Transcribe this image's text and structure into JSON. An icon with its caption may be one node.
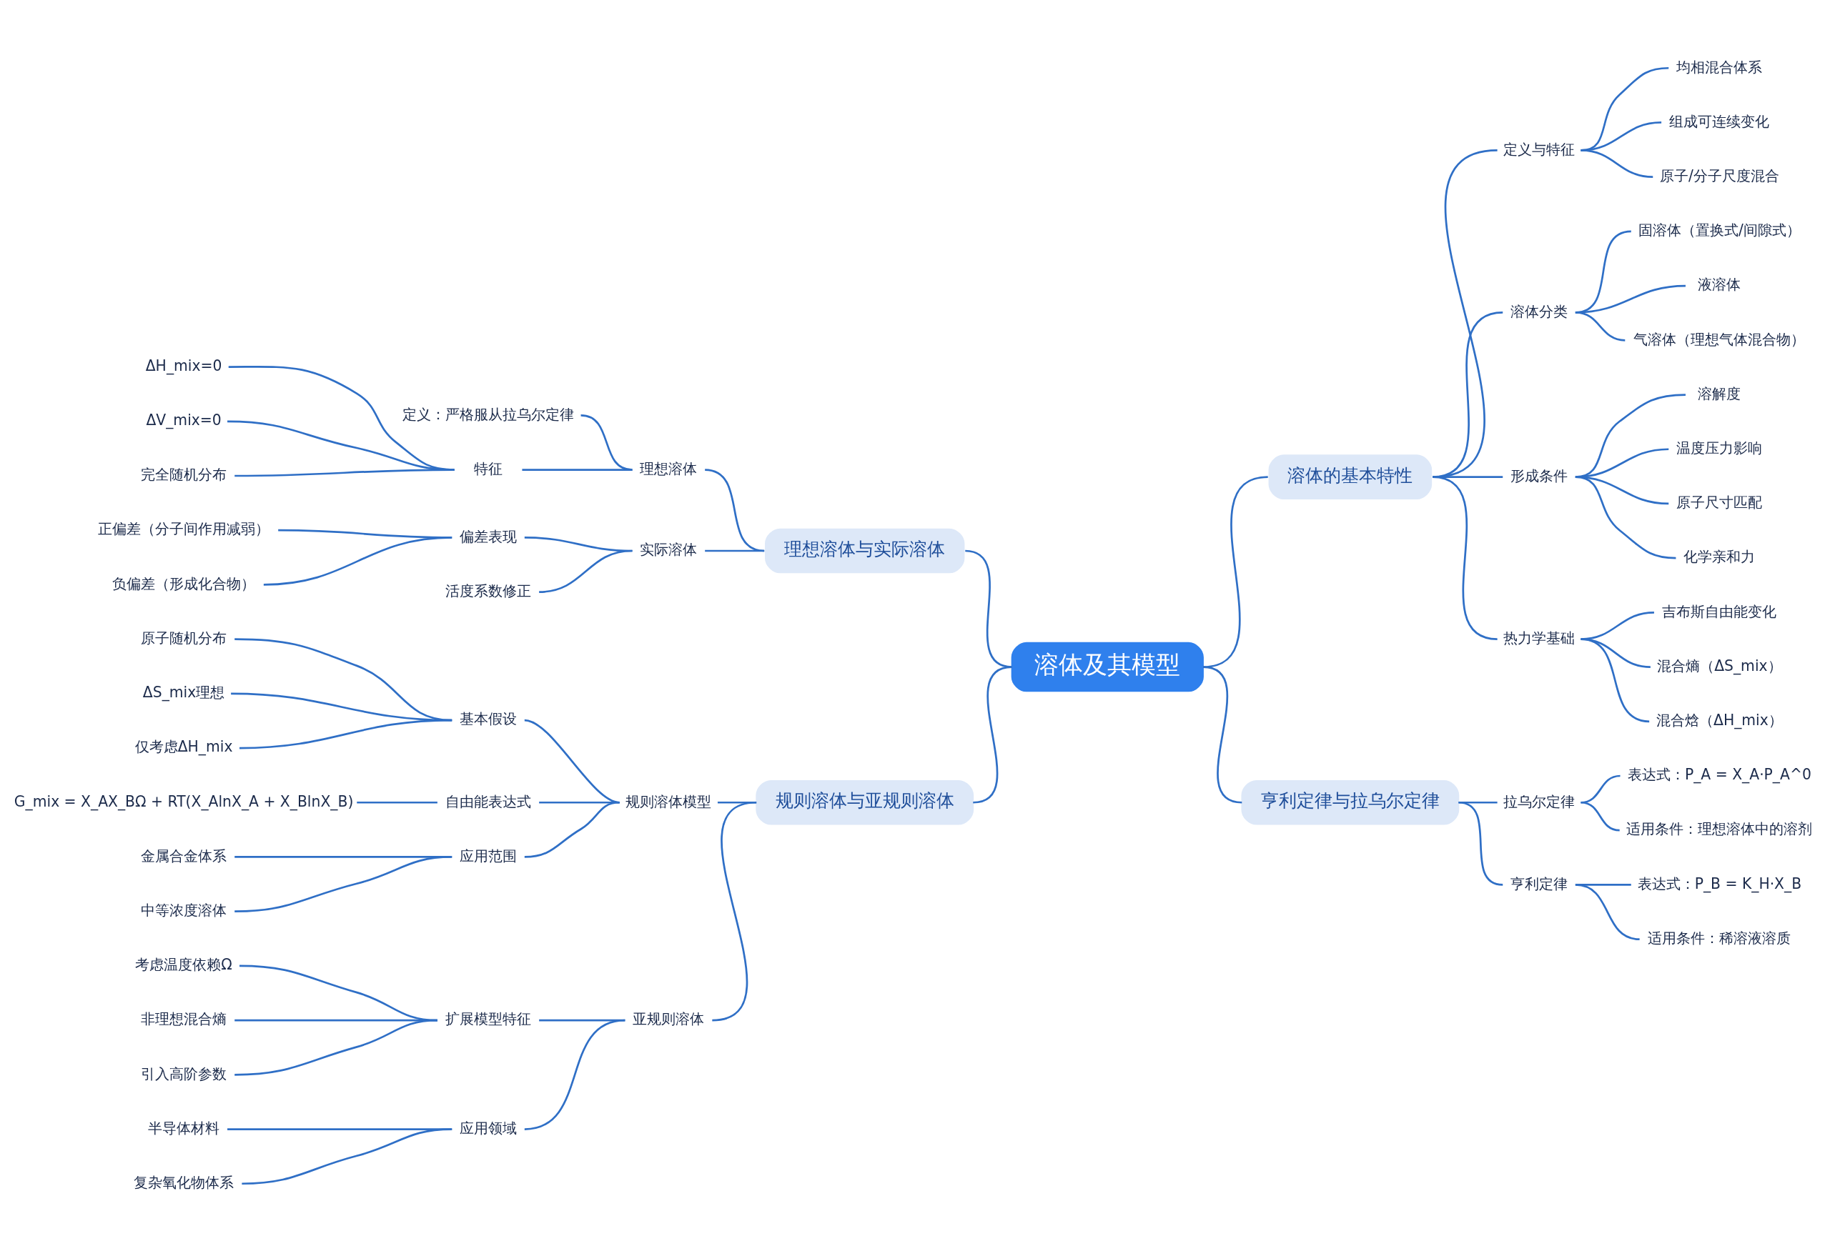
{
  "diagram": {
    "nodes": [
      {
        "text": [
          "溶体及其模型"
        ]
      },
      {
        "text": [
          "理想溶体与实际溶体"
        ]
      },
      {
        "text": [
          "理想溶体"
        ]
      },
      {
        "text": [
          "定义：严格服从拉乌尔定律"
        ]
      },
      {
        "text": [
          "特征"
        ]
      },
      {
        "text": [
          "ΔH_mix=0"
        ]
      },
      {
        "text": [
          "ΔV_mix=0"
        ]
      },
      {
        "text": [
          "完全随机分布"
        ]
      },
      {
        "text": [
          "实际溶体"
        ]
      },
      {
        "text": [
          "偏差表现"
        ]
      },
      {
        "text": [
          "正偏差（分子间作用减弱）"
        ]
      },
      {
        "text": [
          "负偏差（形成化合物）"
        ]
      },
      {
        "text": [
          "活度系数修正"
        ]
      },
      {
        "text": [
          "规则溶体与亚规则溶体"
        ]
      },
      {
        "text": [
          "规则溶体模型"
        ]
      },
      {
        "text": [
          "基本假设"
        ]
      },
      {
        "text": [
          "原子随机分布"
        ]
      },
      {
        "text": [
          "ΔS_mix理想"
        ]
      },
      {
        "text": [
          "仅考虑ΔH_mix"
        ]
      },
      {
        "text": [
          "自由能表达式"
        ]
      },
      {
        "text": [
          "G_mix = X_AX_BΩ + RT(X_AlnX_A + X_BlnX_B)"
        ]
      },
      {
        "text": [
          "应用范围"
        ]
      },
      {
        "text": [
          "金属合金体系"
        ]
      },
      {
        "text": [
          "中等浓度溶体"
        ]
      },
      {
        "text": [
          "亚规则溶体"
        ]
      },
      {
        "text": [
          "扩展模型特征"
        ]
      },
      {
        "text": [
          "考虑温度依赖Ω"
        ]
      },
      {
        "text": [
          "非理想混合熵"
        ]
      },
      {
        "text": [
          "引入高阶参数"
        ]
      },
      {
        "text": [
          "应用领域"
        ]
      },
      {
        "text": [
          "半导体材料"
        ]
      },
      {
        "text": [
          "复杂氧化物体系"
        ]
      },
      {
        "text": [
          "溶体的基本特性"
        ]
      },
      {
        "text": [
          "定义与特征"
        ]
      },
      {
        "text": [
          "均相混合体系"
        ]
      },
      {
        "text": [
          "组成可连续变化"
        ]
      },
      {
        "text": [
          "原子/分子尺度混合"
        ]
      },
      {
        "text": [
          "溶体分类"
        ]
      },
      {
        "text": [
          "固溶体（置换式/间隙式）"
        ]
      },
      {
        "text": [
          "液溶体"
        ]
      },
      {
        "text": [
          "气溶体（理想气体混合物）"
        ]
      },
      {
        "text": [
          "形成条件"
        ]
      },
      {
        "text": [
          "溶解度"
        ]
      },
      {
        "text": [
          "温度压力影响"
        ]
      },
      {
        "text": [
          "原子尺寸匹配"
        ]
      },
      {
        "text": [
          "化学亲和力"
        ]
      },
      {
        "text": [
          "热力学基础"
        ]
      },
      {
        "text": [
          "吉布斯自由能变化"
        ]
      },
      {
        "text": [
          "混合熵（ΔS_mix）"
        ]
      },
      {
        "text": [
          "混合焓（ΔH_mix）"
        ]
      },
      {
        "text": [
          "亨利定律与拉乌尔定律"
        ]
      },
      {
        "text": [
          "拉乌尔定律"
        ]
      },
      {
        "text": [
          "表达式：P_A = X_A·P_A^0"
        ]
      },
      {
        "text": [
          "适用条件：理想溶体中的溶剂"
        ]
      },
      {
        "text": [
          "亨利定律"
        ]
      },
      {
        "text": [
          "表达式：P_B = K_H·X_B"
        ]
      },
      {
        "text": [
          "适用条件：稀溶液溶质"
        ]
      }
    ],
    "edges": [
      {
        "from": 0,
        "to": 1,
        "arrow": "none"
      },
      {
        "from": 1,
        "to": 2,
        "arrow": "none"
      },
      {
        "from": 2,
        "to": 3,
        "arrow": "none"
      },
      {
        "from": 2,
        "to": 4,
        "arrow": "none"
      },
      {
        "from": 4,
        "to": 5,
        "arrow": "none"
      },
      {
        "from": 4,
        "to": 6,
        "arrow": "none"
      },
      {
        "from": 4,
        "to": 7,
        "arrow": "none"
      },
      {
        "from": 1,
        "to": 8,
        "arrow": "none"
      },
      {
        "from": 8,
        "to": 9,
        "arrow": "none"
      },
      {
        "from": 9,
        "to": 10,
        "arrow": "none"
      },
      {
        "from": 9,
        "to": 11,
        "arrow": "none"
      },
      {
        "from": 8,
        "to": 12,
        "arrow": "none"
      },
      {
        "from": 0,
        "to": 13,
        "arrow": "none"
      },
      {
        "from": 13,
        "to": 14,
        "arrow": "none"
      },
      {
        "from": 14,
        "to": 15,
        "arrow": "none"
      },
      {
        "from": 15,
        "to": 16,
        "arrow": "none"
      },
      {
        "from": 15,
        "to": 17,
        "arrow": "none"
      },
      {
        "from": 15,
        "to": 18,
        "arrow": "none"
      },
      {
        "from": 14,
        "to": 19,
        "arrow": "none"
      },
      {
        "from": 19,
        "to": 20,
        "arrow": "none"
      },
      {
        "from": 14,
        "to": 21,
        "arrow": "none"
      },
      {
        "from": 21,
        "to": 22,
        "arrow": "none"
      },
      {
        "from": 21,
        "to": 23,
        "arrow": "none"
      },
      {
        "from": 13,
        "to": 24,
        "arrow": "none"
      },
      {
        "from": 24,
        "to": 25,
        "arrow": "none"
      },
      {
        "from": 25,
        "to": 26,
        "arrow": "none"
      },
      {
        "from": 25,
        "to": 27,
        "arrow": "none"
      },
      {
        "from": 25,
        "to": 28,
        "arrow": "none"
      },
      {
        "from": 24,
        "to": 29,
        "arrow": "none"
      },
      {
        "from": 29,
        "to": 30,
        "arrow": "none"
      },
      {
        "from": 29,
        "to": 31,
        "arrow": "none"
      },
      {
        "from": 0,
        "to": 32,
        "arrow": "none"
      },
      {
        "from": 32,
        "to": 33,
        "arrow": "none"
      },
      {
        "from": 33,
        "to": 34,
        "arrow": "none"
      },
      {
        "from": 33,
        "to": 35,
        "arrow": "none"
      },
      {
        "from": 33,
        "to": 36,
        "arrow": "none"
      },
      {
        "from": 32,
        "to": 37,
        "arrow": "none"
      },
      {
        "from": 37,
        "to": 38,
        "arrow": "none"
      },
      {
        "from": 37,
        "to": 39,
        "arrow": "none"
      },
      {
        "from": 37,
        "to": 40,
        "arrow": "none"
      },
      {
        "from": 32,
        "to": 41,
        "arrow": "none"
      },
      {
        "from": 41,
        "to": 42,
        "arrow": "none"
      },
      {
        "from": 41,
        "to": 43,
        "arrow": "none"
      },
      {
        "from": 41,
        "to": 44,
        "arrow": "none"
      },
      {
        "from": 41,
        "to": 45,
        "arrow": "none"
      },
      {
        "from": 32,
        "to": 46,
        "arrow": "none"
      },
      {
        "from": 46,
        "to": 47,
        "arrow": "none"
      },
      {
        "from": 46,
        "to": 48,
        "arrow": "none"
      },
      {
        "from": 46,
        "to": 49,
        "arrow": "none"
      },
      {
        "from": 0,
        "to": 50,
        "arrow": "none"
      },
      {
        "from": 50,
        "to": 51,
        "arrow": "none"
      },
      {
        "from": 51,
        "to": 52,
        "arrow": "none"
      },
      {
        "from": 51,
        "to": 53,
        "arrow": "none"
      },
      {
        "from": 50,
        "to": 54,
        "arrow": "none"
      },
      {
        "from": 54,
        "to": 55,
        "arrow": "none"
      },
      {
        "from": 54,
        "to": 56,
        "arrow": "none"
      }
    ]
  }
}
